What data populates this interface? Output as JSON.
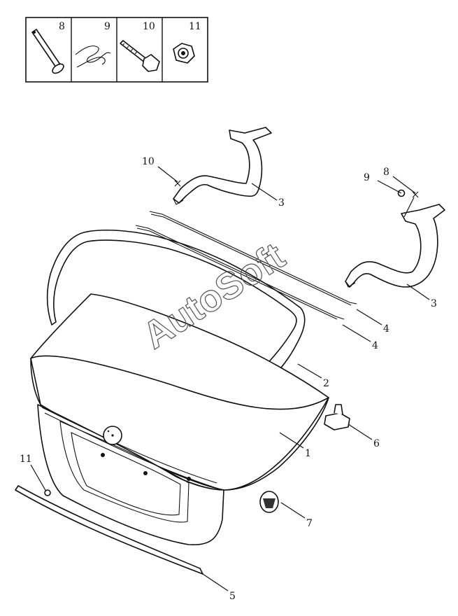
{
  "hardware_kit": [
    {
      "number": "8"
    },
    {
      "number": "9"
    },
    {
      "number": "10"
    },
    {
      "number": "11"
    }
  ],
  "callouts": {
    "c1": "1",
    "c2": "2",
    "c3a": "3",
    "c3b": "3",
    "c4a": "4",
    "c4b": "4",
    "c5": "5",
    "c6": "6",
    "c7": "7",
    "c8": "8",
    "c9": "9",
    "c10": "10",
    "c11": "11"
  },
  "watermark": "AutoSoft"
}
